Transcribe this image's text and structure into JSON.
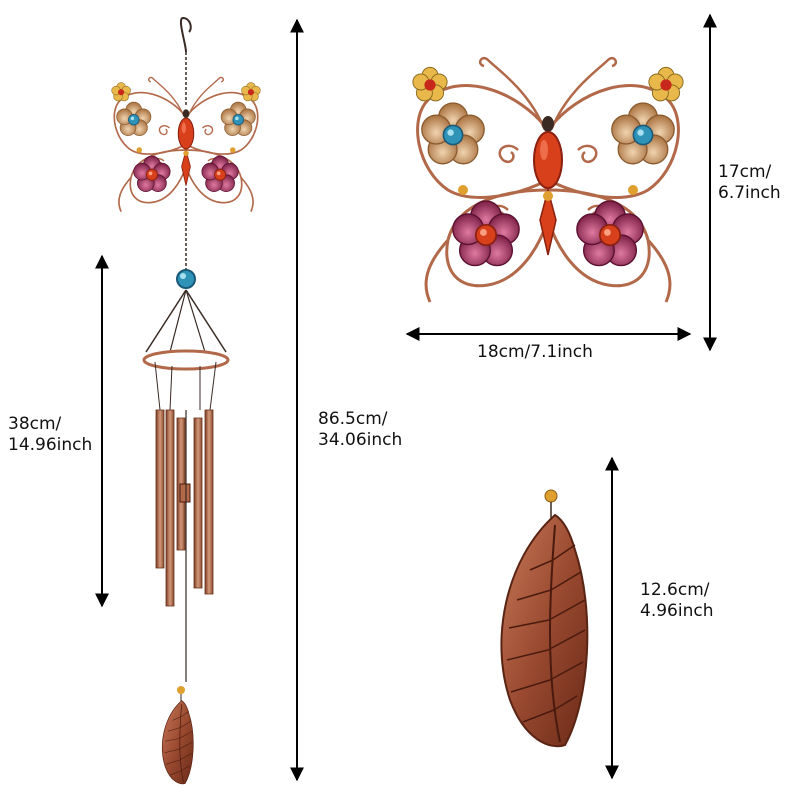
{
  "dimensions": {
    "total_length": {
      "line1": "86.5cm/",
      "line2": "34.06inch"
    },
    "tubes_length": {
      "line1": "38cm/",
      "line2": "14.96inch"
    },
    "butterfly_width": {
      "text": "18cm/7.1inch"
    },
    "butterfly_height": {
      "line1": "17cm/",
      "line2": "6.7inch"
    },
    "leaf_length": {
      "line1": "12.6cm/",
      "line2": "4.96inch"
    }
  },
  "colors": {
    "background": "#ffffff",
    "arrow": "#000000",
    "copper": "#b2694a",
    "copper_dark": "#7a3b24",
    "wire": "#3a2a24",
    "petal_gold": "#c89a6a",
    "petal_pink": "#b23a6a",
    "bead_red": "#d8401c",
    "bead_blue": "#2f93b8",
    "bead_amber": "#e0a030"
  }
}
